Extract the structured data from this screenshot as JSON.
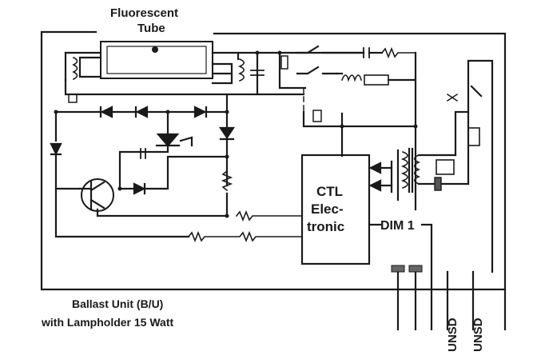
{
  "tube": {
    "line1": "Fluorescent",
    "line2": "Tube"
  },
  "controller": {
    "line1": "CTL",
    "line2": "Elec-",
    "line3": "tronic"
  },
  "dim_label": "DIM 1",
  "caption": {
    "line1": "Ballast Unit (B/U)",
    "line2": "with Lampholder 15 Watt"
  },
  "terminals": [
    "UNSD",
    "UNSD"
  ]
}
